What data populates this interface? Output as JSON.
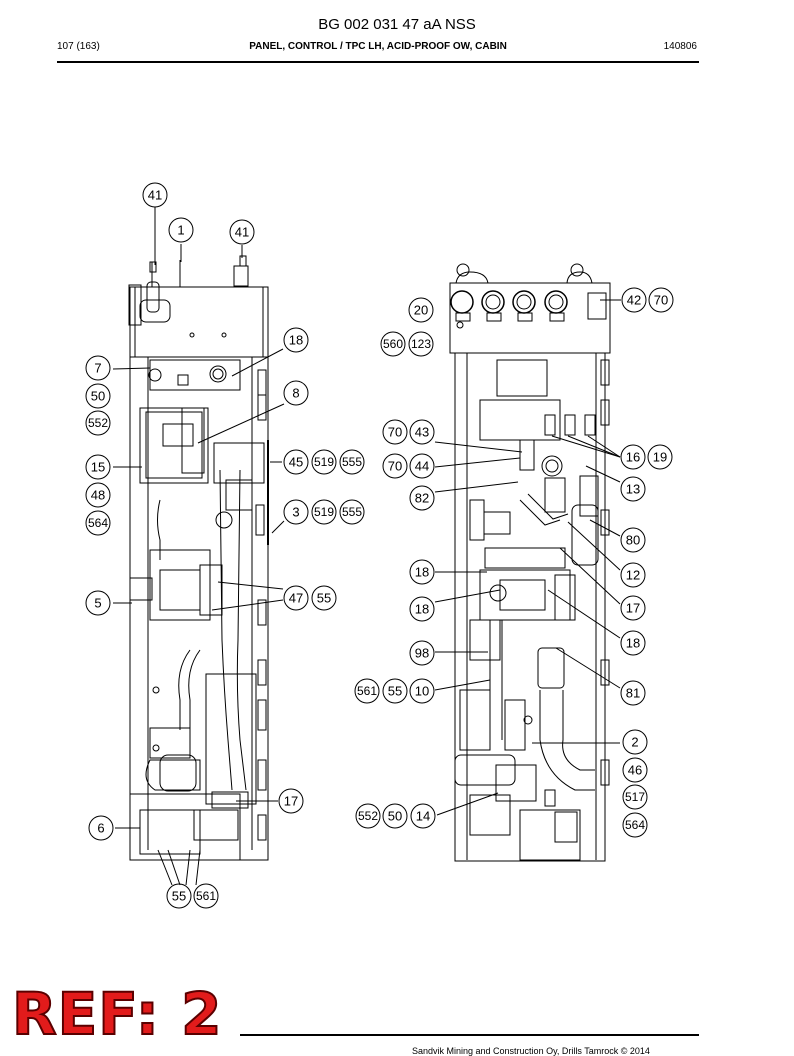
{
  "header": {
    "document_title": "BG 002 031 47 aA NSS",
    "page_number": "107 (163)",
    "sheet_title": "PANEL, CONTROL / TPC LH, ACID-PROOF OW, CABIN",
    "date_code": "140806"
  },
  "footer": {
    "copyright": "Sandvik Mining and Construction Oy, Drills Tamrock © 2014"
  },
  "stamp": {
    "text": "REF: 2",
    "color": "#e21b1b"
  },
  "callouts": {
    "left": [
      "41",
      "1",
      "41",
      "18",
      "7",
      "50",
      "552",
      "8",
      "15",
      "48",
      "564",
      "45",
      "519",
      "555",
      "3",
      "519",
      "555",
      "5",
      "47",
      "55",
      "17",
      "6",
      "55",
      "561"
    ],
    "right": [
      "20",
      "42",
      "70",
      "560",
      "123",
      "70",
      "43",
      "16",
      "19",
      "70",
      "44",
      "13",
      "82",
      "80",
      "18",
      "12",
      "18",
      "17",
      "18",
      "98",
      "561",
      "55",
      "10",
      "81",
      "2",
      "46",
      "517",
      "552",
      "50",
      "14",
      "564"
    ]
  }
}
